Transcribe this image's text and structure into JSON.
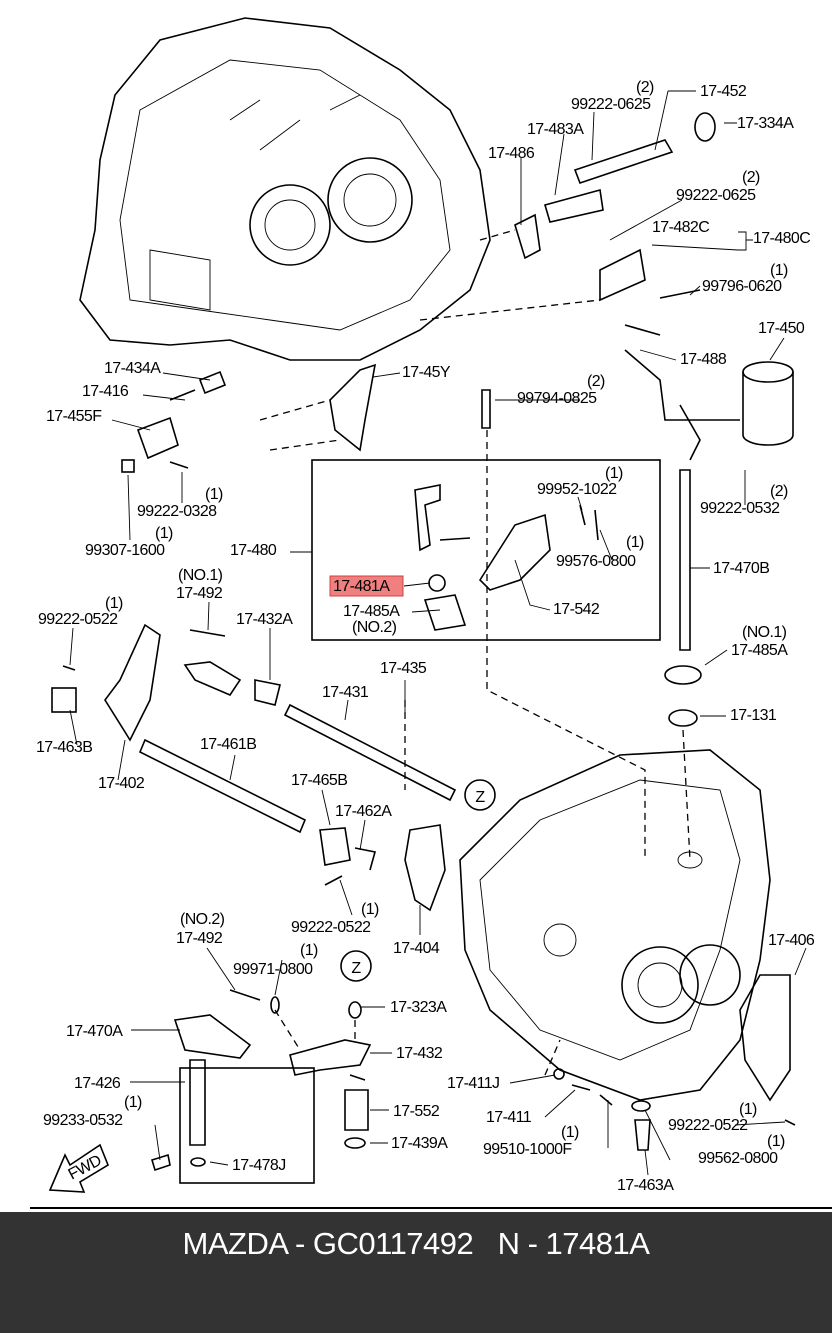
{
  "diagram": {
    "labels": [
      "(2)",
      "99222-0625",
      "17-452",
      "17-483A",
      "17-334A",
      "17-486",
      "(2)",
      "99222-0625",
      "17-482C",
      "17-480C",
      "(1)",
      "99796-0620",
      "17-450",
      "17-488",
      "17-434A",
      "17-45Y",
      "17-416",
      "(2)",
      "99794-0825",
      "17-455F",
      "(1)",
      "99952-1022",
      "(1)",
      "99222-0328",
      "(2)",
      "99222-0532",
      "(1)",
      "99307-1600",
      "17-480",
      "(1)",
      "99576-0800",
      "17-470B",
      "(NO.1)",
      "17-481A",
      "17-492",
      "17-485A",
      "(1)",
      "99222-0522",
      "17-432A",
      "(NO.2)",
      "17-542",
      "(NO.1)",
      "17-485A",
      "17-435",
      "17-431",
      "17-131",
      "17-463B",
      "17-461B",
      "17-402",
      "17-465B",
      "17-462A",
      "(1)",
      "99222-0522",
      "17-404",
      "(NO.2)",
      "17-492",
      "17-406",
      "(1)",
      "99971-0800",
      "17-323A",
      "17-470A",
      "17-432",
      "17-426",
      "17-411J",
      "(1)",
      "99233-0532",
      "17-552",
      "17-411",
      "(1)",
      "99222-0522",
      "(1)",
      "(1)",
      "99510-1000F",
      "17-439A",
      "99562-0800",
      "17-478J",
      "17-463A"
    ],
    "highlighted_label": "17-481A",
    "highlight_color": "#f08080",
    "reference_marker": "Z",
    "direction_marker": "FWD"
  },
  "footer": {
    "text": "MAZDA - GC0117492   N - 17481A",
    "background": "#333333"
  }
}
